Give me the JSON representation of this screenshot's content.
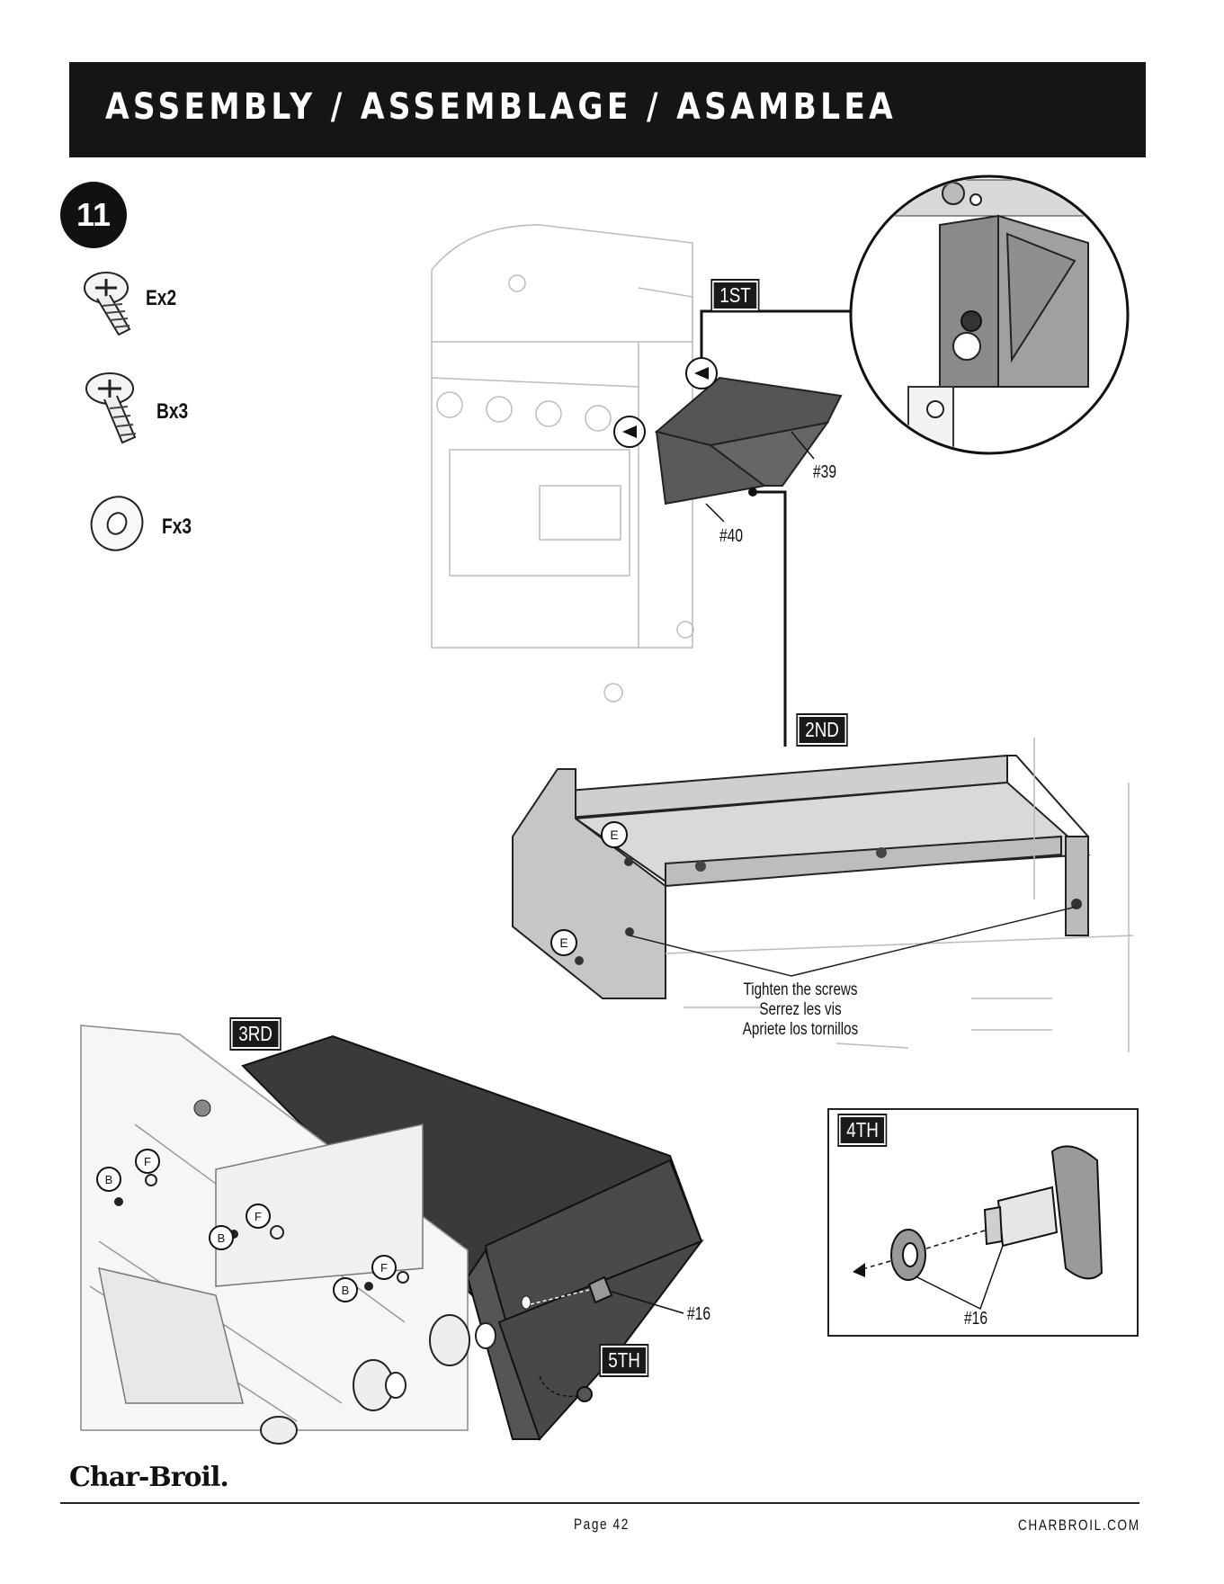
{
  "header": {
    "title": "ASSEMBLY / ASSEMBLAGE / ASAMBLEA"
  },
  "step": {
    "number": "11"
  },
  "hardware": [
    {
      "label": "Ex2",
      "icon": "screw-e-icon"
    },
    {
      "label": "Bx3",
      "icon": "screw-b-icon"
    },
    {
      "label": "Fx3",
      "icon": "washer-f-icon"
    }
  ],
  "steps": {
    "first": "1ST",
    "second": "2ND",
    "third": "3RD",
    "fourth": "4TH",
    "fifth": "5TH"
  },
  "parts": {
    "p39": "#39",
    "p40": "#40",
    "p16a": "#16",
    "p16b": "#16"
  },
  "callouts": {
    "e": "E",
    "b": "B",
    "f": "F"
  },
  "instruction": {
    "en": "Tighten the screws",
    "fr": "Serrez les vis",
    "es": "Apriete los tornillos"
  },
  "footer": {
    "brand": "Char-Broil.",
    "page": "Page 42",
    "website": "CHARBROIL.COM"
  }
}
